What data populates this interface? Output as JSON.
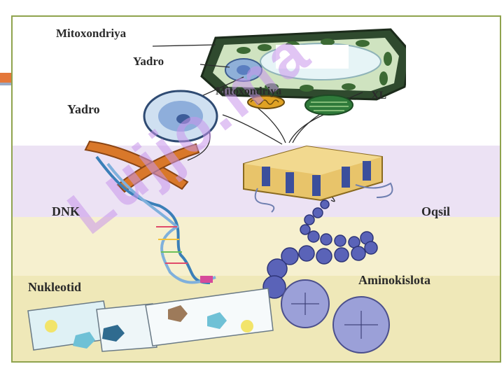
{
  "labels": {
    "mitoxondriya_top": "Mitoxondriya",
    "yadro_top": "Yadro",
    "mitoxondriya_mid": "Mitoxondriya",
    "xl": "XL",
    "yadro": "Yadro",
    "dnk": "DNK",
    "oqsil": "Oqsil",
    "nukleotid": "Nukleotid",
    "aminokislota": "Aminokislota"
  },
  "watermark": "Lujjo.ma",
  "colors": {
    "frame": "#8fa34e",
    "accent": "#e4773a",
    "band_violet": "#ece2f4",
    "band_yellow": "#f6f0cf",
    "watermark": "#c896eb"
  }
}
